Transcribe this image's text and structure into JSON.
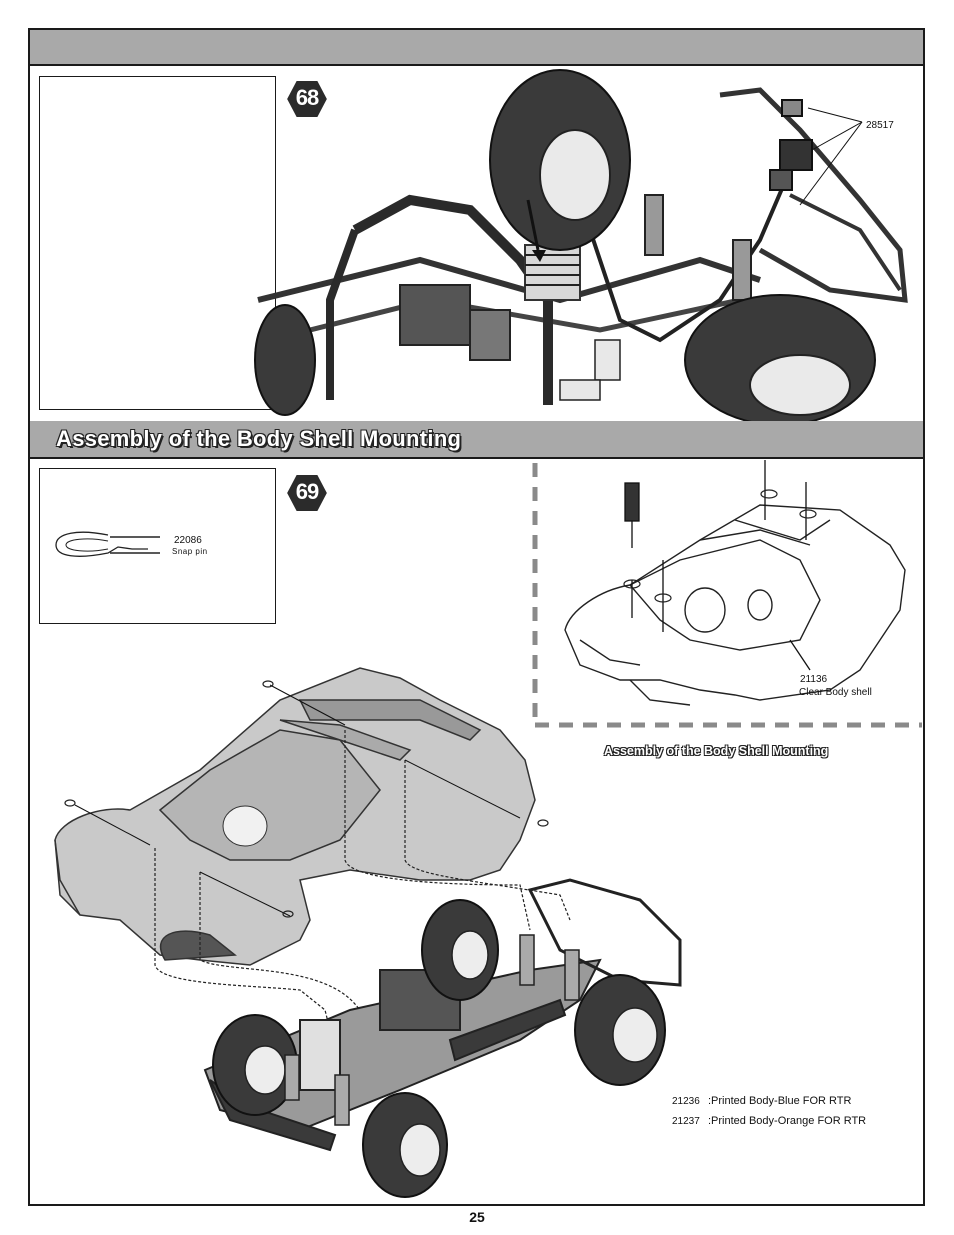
{
  "section": {
    "title": "Assembly of the Body Shell Mounting"
  },
  "steps": [
    {
      "number": "68",
      "part_callouts": [
        {
          "code": "28517"
        }
      ]
    },
    {
      "number": "69",
      "parts_box": {
        "code": "22086",
        "name": "Snap pin"
      },
      "detail": {
        "code": "21136",
        "name": "Clear Body shell",
        "caption": "Assembly of the Body Shell Mounting"
      },
      "options": [
        {
          "code": "21236",
          "text": ":Printed Body-Blue FOR RTR"
        },
        {
          "code": "21237",
          "text": ":Printed Body-Orange FOR RTR"
        }
      ]
    }
  ],
  "page": {
    "number": "25"
  },
  "colors": {
    "header_gray": "#a9a9a9",
    "badge": "#2b2b2b",
    "dash": "#8a8a8a"
  }
}
